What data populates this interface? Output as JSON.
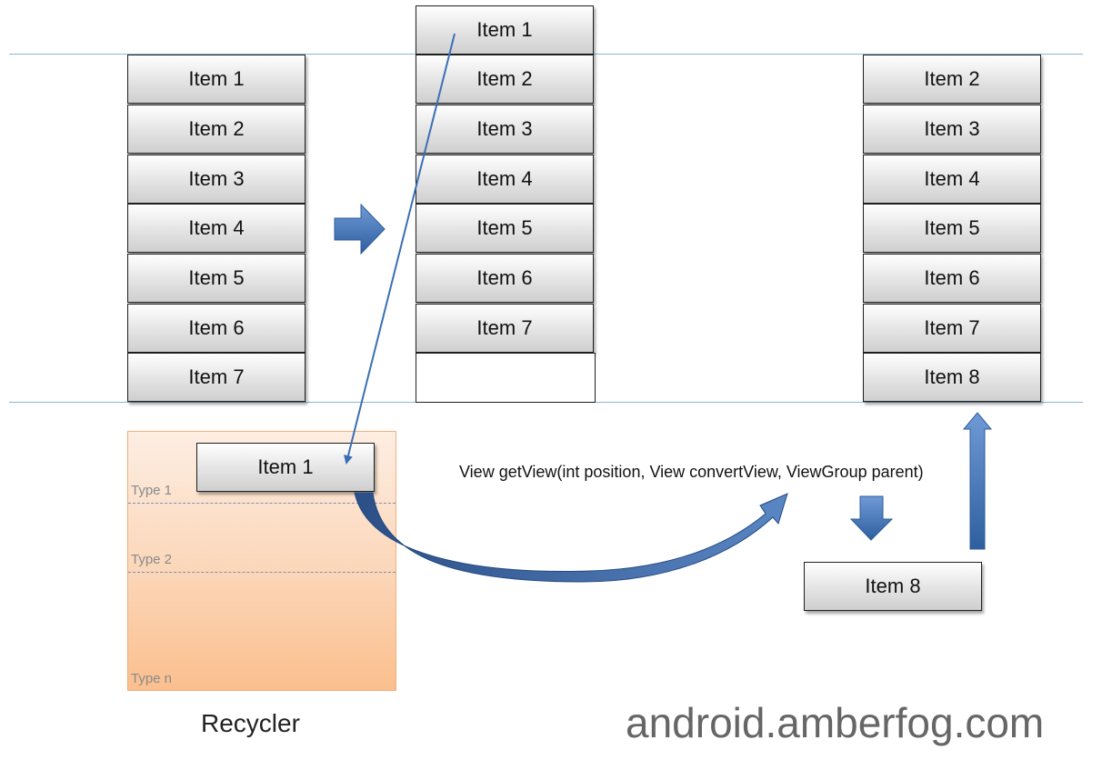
{
  "list_before": {
    "items": [
      "Item 1",
      "Item 2",
      "Item 3",
      "Item 4",
      "Item 5",
      "Item 6",
      "Item 7"
    ]
  },
  "list_scrolling": {
    "items": [
      "Item 1",
      "Item 2",
      "Item 3",
      "Item 4",
      "Item 5",
      "Item 6",
      "Item 7"
    ]
  },
  "list_after": {
    "items": [
      "Item 2",
      "Item 3",
      "Item 4",
      "Item 5",
      "Item 6",
      "Item 7",
      "Item 8"
    ]
  },
  "recycler": {
    "label": "Recycler",
    "recycled_item": "Item 1",
    "types": [
      "Type 1",
      "Type 2",
      "Type n"
    ]
  },
  "method_signature": "View getView(int position, View convertView, ViewGroup parent)",
  "new_item": "Item 8",
  "watermark": "android.amberfog.com",
  "colors": {
    "arrow_blue": "#3a6fb5",
    "guide_line": "#8fb6d4",
    "recycler_fill": "#fbc596"
  }
}
